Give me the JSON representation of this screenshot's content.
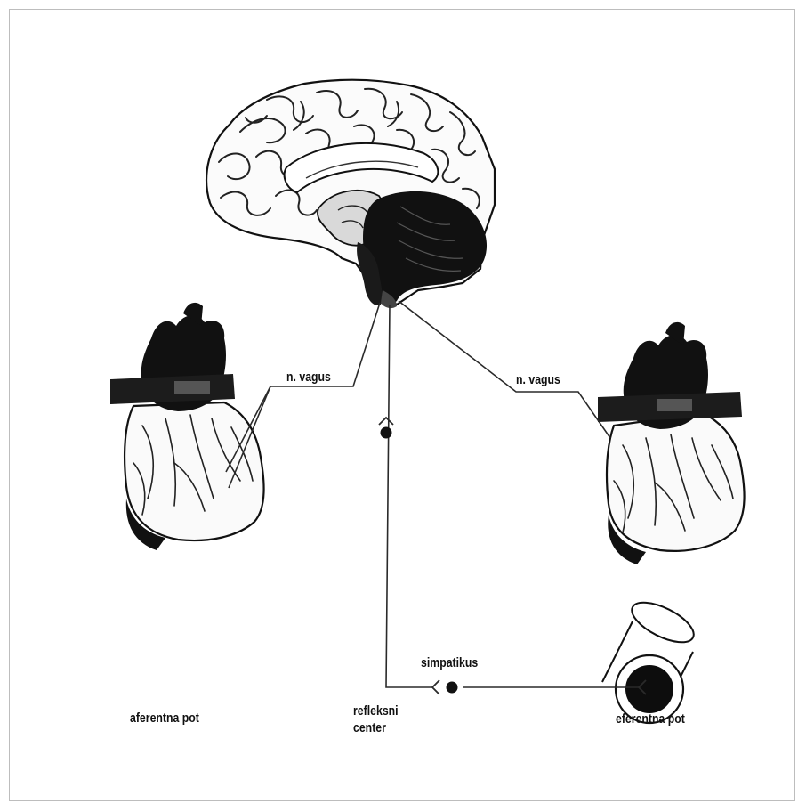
{
  "labels": {
    "vagus_left": "n. vagus",
    "vagus_right": "n. vagus",
    "simpatikus": "simpatikus",
    "refleksni_line1": "refleksni",
    "refleksni_line2": "center",
    "aferentna": "aferentna pot",
    "eferentna": "eferentna pot"
  },
  "colors": {
    "line": "#2a2a2a",
    "ink": "#111111",
    "border": "#bdbdbd"
  }
}
